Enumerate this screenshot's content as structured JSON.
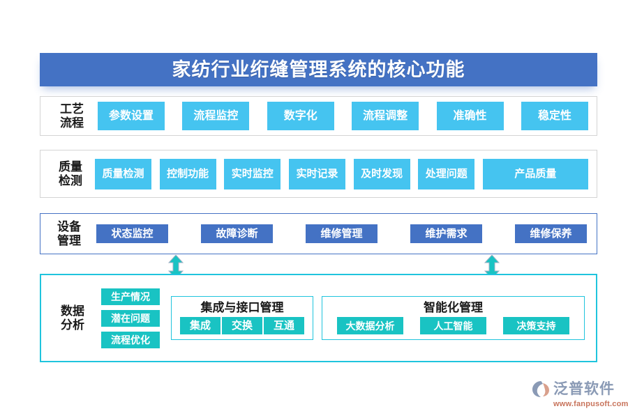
{
  "title": {
    "text": "家纺行业绗缝管理系统的核心功能"
  },
  "colors": {
    "title_bar": "#4472c4",
    "chip_light_blue": "#45c4f0",
    "chip_dark_blue": "#4472c4",
    "chip_teal": "#19c3c3",
    "panel_border_gray": "#d4d4d4",
    "panel_border_blue": "#4472c4",
    "panel_border_cyan": "#1fc4dd",
    "connector_arrow": "#19c3c3",
    "logo_word": "#8a9ab5",
    "logo_url": "#c8745c"
  },
  "rows": [
    {
      "id": "process",
      "label": "工艺\n流程",
      "chips": [
        "参数设置",
        "流程监控",
        "数字化",
        "流程调整",
        "准确性",
        "稳定性"
      ]
    },
    {
      "id": "quality",
      "label": "质量\n检测",
      "chips": [
        "质量检测",
        "控制功能",
        "实时监控",
        "实时记录",
        "及时发现",
        "处理问题",
        "产品质量"
      ]
    },
    {
      "id": "equipment",
      "label": "设备\n管理",
      "chips": [
        "状态监控",
        "故障诊断",
        "维修管理",
        "维护需求",
        "维修保养"
      ]
    },
    {
      "id": "data",
      "label": "数据\n分析",
      "chips": [
        "生产情况",
        "潜在问题",
        "流程优化"
      ]
    }
  ],
  "sub_panels": [
    {
      "id": "integration",
      "title": "集成与接口管理",
      "chips": [
        "集成",
        "交换",
        "互通"
      ]
    },
    {
      "id": "intelligent",
      "title": "智能化管理",
      "chips": [
        "大数据分析",
        "人工智能",
        "决策支持"
      ]
    }
  ],
  "connectors": [
    {
      "id": "left",
      "direction": "up-down"
    },
    {
      "id": "right",
      "direction": "up-down"
    }
  ],
  "logo": {
    "word": "泛普软件",
    "url": "www.fanpusoft.com"
  }
}
